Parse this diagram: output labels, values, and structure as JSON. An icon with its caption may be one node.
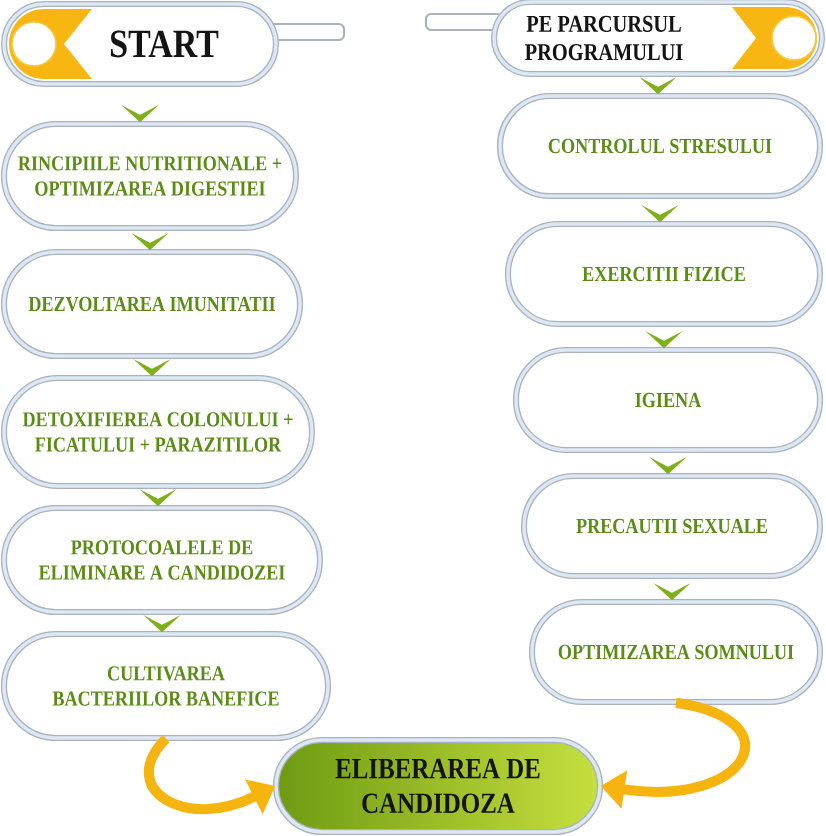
{
  "diagram": {
    "nodes": [
      {
        "text": [
          "START"
        ]
      },
      {
        "text": [
          "RINCIPIILE NUTRITIONALE + OPTIMIZAREA DIGESTIEI"
        ]
      },
      {
        "text": [
          "DEZVOLTAREA IMUNITATII"
        ]
      },
      {
        "text": [
          "DETOXIFIEREA COLONULUI + FICATULUI + PARAZITILOR"
        ]
      },
      {
        "text": [
          "PROTOCOALELE DE ELIMINARE A CANDIDOZEI"
        ]
      },
      {
        "text": [
          "CULTIVAREA BACTERIILOR BANEFICE"
        ]
      },
      {
        "text": [
          "PE PARCURSUL PROGRAMULUI"
        ]
      },
      {
        "text": [
          "CONTROLUL STRESULUI"
        ]
      },
      {
        "text": [
          "EXERCITII FIZICE"
        ]
      },
      {
        "text": [
          "IGIENA"
        ]
      },
      {
        "text": [
          "PRECAUTII SEXUALE"
        ]
      },
      {
        "text": [
          "OPTIMIZAREA SOMNULUI"
        ]
      },
      {
        "text": [
          "ELIBERAREA DE CANDIDOZA"
        ]
      }
    ],
    "edges": [
      {
        "from": 0,
        "to": 1,
        "arrow": "to"
      },
      {
        "from": 1,
        "to": 2,
        "arrow": "to"
      },
      {
        "from": 2,
        "to": 3,
        "arrow": "to"
      },
      {
        "from": 3,
        "to": 4,
        "arrow": "to"
      },
      {
        "from": 4,
        "to": 5,
        "arrow": "to"
      },
      {
        "from": 5,
        "to": 12,
        "arrow": "to",
        "color": "#f6b50e"
      },
      {
        "from": 6,
        "to": 7,
        "arrow": "to"
      },
      {
        "from": 7,
        "to": 8,
        "arrow": "to"
      },
      {
        "from": 8,
        "to": 9,
        "arrow": "to"
      },
      {
        "from": 9,
        "to": 10,
        "arrow": "to"
      },
      {
        "from": 10,
        "to": 11,
        "arrow": "to"
      },
      {
        "from": 11,
        "to": 12,
        "arrow": "to",
        "color": "#f6b50e"
      }
    ]
  }
}
